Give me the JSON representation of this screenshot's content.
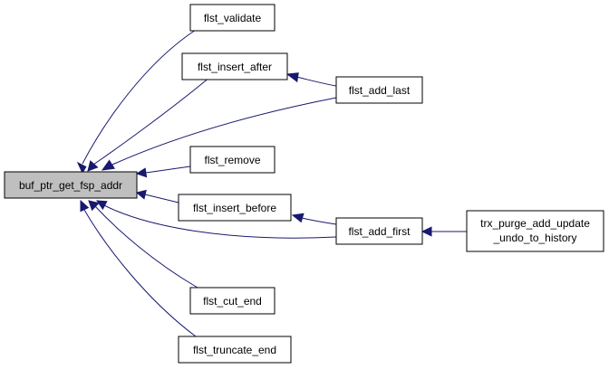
{
  "graph": {
    "nodes": {
      "root": {
        "lines": [
          "buf_ptr_get_fsp_addr"
        ]
      },
      "validate": {
        "lines": [
          "flst_validate"
        ]
      },
      "insert_after": {
        "lines": [
          "flst_insert_after"
        ]
      },
      "add_last": {
        "lines": [
          "flst_add_last"
        ]
      },
      "remove": {
        "lines": [
          "flst_remove"
        ]
      },
      "insert_before": {
        "lines": [
          "flst_insert_before"
        ]
      },
      "add_first": {
        "lines": [
          "flst_add_first"
        ]
      },
      "trx_purge": {
        "lines": [
          "trx_purge_add_update",
          "_undo_to_history"
        ]
      },
      "cut_end": {
        "lines": [
          "flst_cut_end"
        ]
      },
      "truncate_end": {
        "lines": [
          "flst_truncate_end"
        ]
      }
    },
    "edges": [
      {
        "from": "validate",
        "to": "root"
      },
      {
        "from": "insert_after",
        "to": "root"
      },
      {
        "from": "add_last",
        "to": "root"
      },
      {
        "from": "add_last",
        "to": "insert_after"
      },
      {
        "from": "remove",
        "to": "root"
      },
      {
        "from": "insert_before",
        "to": "root"
      },
      {
        "from": "add_first",
        "to": "root"
      },
      {
        "from": "add_first",
        "to": "insert_before"
      },
      {
        "from": "trx_purge",
        "to": "add_first"
      },
      {
        "from": "cut_end",
        "to": "root"
      },
      {
        "from": "truncate_end",
        "to": "root"
      }
    ],
    "edge_color": "#191970",
    "root_fill": "#bfbfbf"
  }
}
